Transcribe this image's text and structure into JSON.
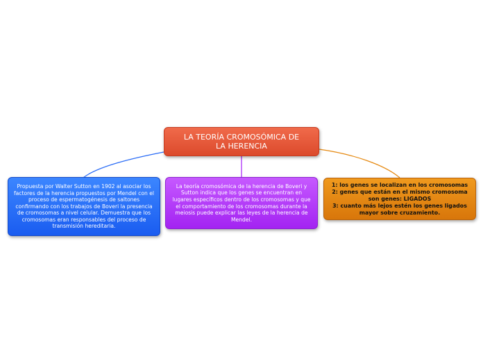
{
  "central_topic": {
    "text": "LA TEORÍA CROMOSÓMICA DE LA HERENCIA"
  },
  "subtopics": [
    {
      "text": "Propuesta por Walter Sutton en 1902 al asociar los factores de la herencia propuestos por Mendel con el proceso de espermatogénesis de saltones confirmando con los trabajos de Boveri la presencia de cromosomas a nivel celular. Demuestra que los cromosomas eran responsables del proceso de transmisión hereditaria."
    },
    {
      "text": "La teoría cromosómica de la herencia de Boveri y Sutton indica que los genes se encuentran en lugares específicos dentro de los cromosomas y que el comportamiento de los cromosomas durante la meiosis puede explicar las leyes de la herencia de Mendel."
    },
    {
      "lines": [
        "1: los genes se localizan en los cromosomas",
        "2: genes que están en el mismo cromosoma son genes: LIGADOS",
        "3: cuanto más lejos estén los genes ligados mayor sobre cruzamiento."
      ]
    }
  ],
  "colors": {
    "central": "#e5553a",
    "left_branch": "#2a6cf6",
    "middle_branch": "#b23ef8",
    "right_branch": "#e5880f"
  }
}
